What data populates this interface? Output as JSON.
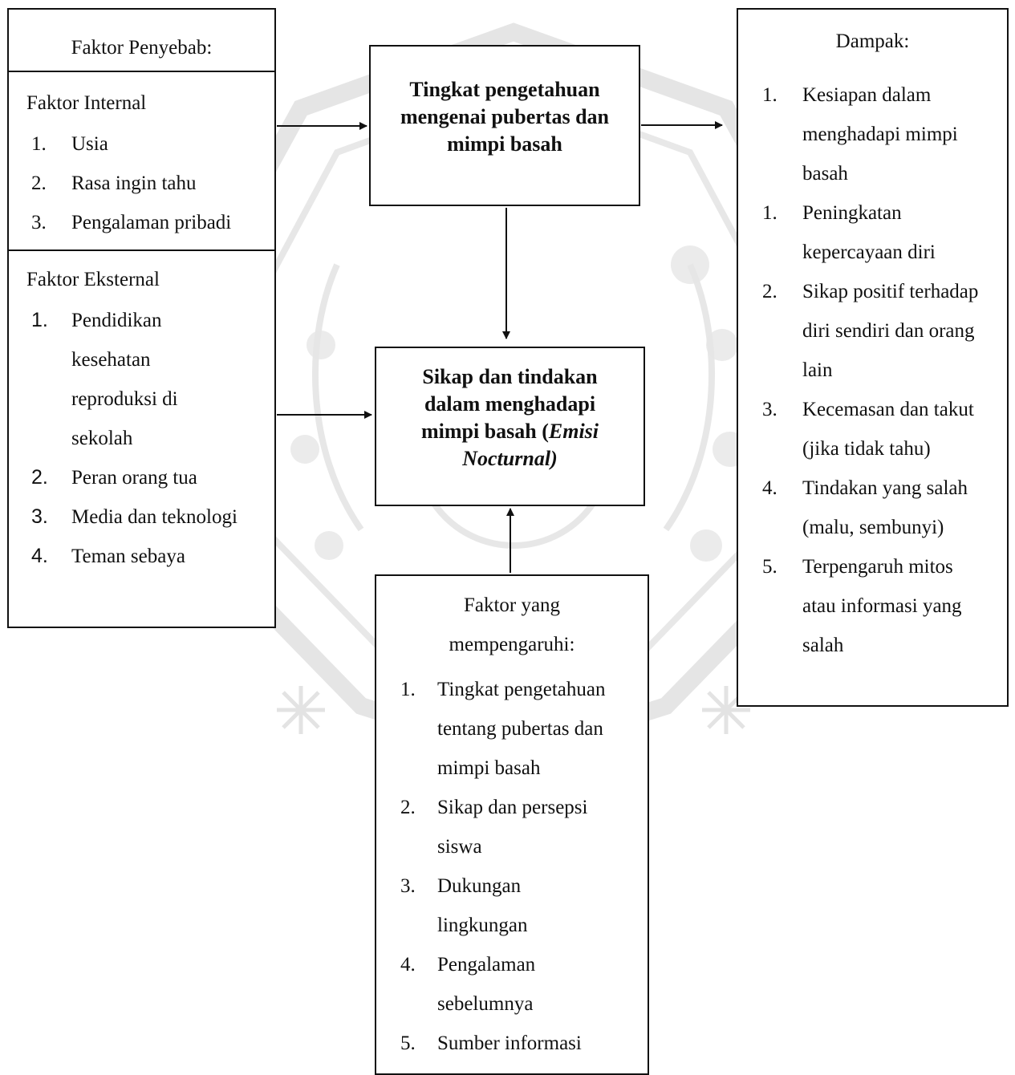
{
  "colors": {
    "line": "#111111",
    "watermark": "#d9d9d9",
    "background": "#ffffff"
  },
  "watermark": {
    "icon": "university-seal-watermark"
  },
  "causes": {
    "title": "Faktor Penyebab:",
    "internal": {
      "title": "Faktor Internal",
      "items": [
        {
          "num": "1.",
          "text": "Usia"
        },
        {
          "num": "2.",
          "text": "Rasa ingin tahu"
        },
        {
          "num": "3.",
          "text": "Pengalaman pribadi"
        }
      ]
    },
    "external": {
      "title": "Faktor Eksternal",
      "items": [
        {
          "num": "1.",
          "text": "Pendidikan kesehatan reproduksi di sekolah"
        },
        {
          "num": "2.",
          "text": "Peran orang tua"
        },
        {
          "num": "3.",
          "text": "Media dan teknologi"
        },
        {
          "num": "4.",
          "text": "Teman sebaya"
        }
      ]
    }
  },
  "knowledge": {
    "title": "Tingkat pengetahuan mengenai pubertas dan mimpi basah"
  },
  "attitude": {
    "title_plain": "Sikap dan tindakan dalam menghadapi mimpi basah (",
    "title_italic": "Emisi Nocturnal)"
  },
  "influence": {
    "title": "Faktor yang mempengaruhi:",
    "items": [
      {
        "num": "1.",
        "text": "Tingkat pengetahuan tentang pubertas dan mimpi basah"
      },
      {
        "num": "2.",
        "text": "Sikap dan persepsi siswa"
      },
      {
        "num": "3.",
        "text": "Dukungan lingkungan"
      },
      {
        "num": "4.",
        "text": "Pengalaman sebelumnya"
      },
      {
        "num": "5.",
        "text": "Sumber informasi"
      }
    ]
  },
  "impact": {
    "title": "Dampak:",
    "items": [
      {
        "num": "1.",
        "text": "Kesiapan dalam menghadapi mimpi basah"
      },
      {
        "num": "1.",
        "text": "Peningkatan kepercayaan diri"
      },
      {
        "num": "2.",
        "text": "Sikap positif terhadap diri sendiri dan orang lain"
      },
      {
        "num": "3.",
        "text": "Kecemasan dan takut (jika tidak tahu)"
      },
      {
        "num": "4.",
        "text": "Tindakan yang salah (malu, sembunyi)"
      },
      {
        "num": "5.",
        "text": "Terpengaruh mitos atau informasi  yang salah"
      }
    ]
  }
}
